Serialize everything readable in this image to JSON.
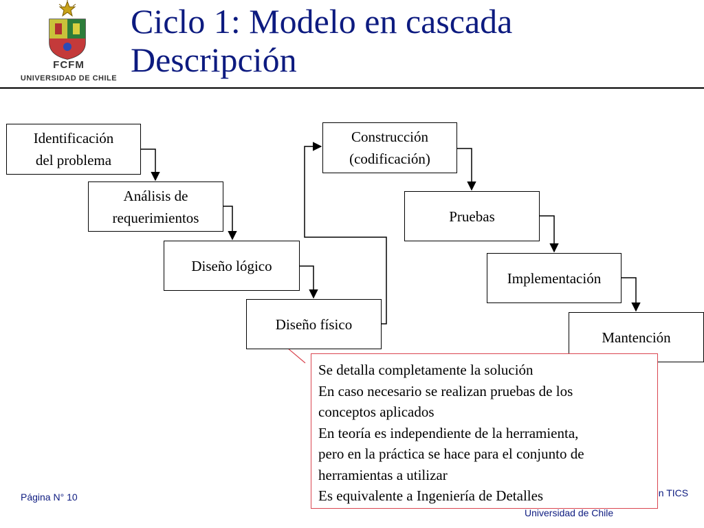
{
  "header": {
    "title_line1": "Ciclo 1: Modelo en cascada",
    "title_line2": "Descripción",
    "logo": {
      "icon": "university-crest-icon",
      "line1": "FCFM",
      "line2": "UNIVERSIDAD DE CHILE"
    },
    "title_color": "#0d1b80"
  },
  "diagram": {
    "steps_left": [
      {
        "line1": "Identificación",
        "line2": "del problema"
      },
      {
        "line1": "Análisis de",
        "line2": "requerimientos"
      },
      {
        "line1": "Diseño lógico",
        "line2": ""
      },
      {
        "line1": "Diseño físico",
        "line2": ""
      }
    ],
    "steps_right": [
      {
        "line1": "Construcción",
        "line2": "(codificación)"
      },
      {
        "line1": "Pruebas",
        "line2": ""
      },
      {
        "line1": "Implementación",
        "line2": ""
      },
      {
        "line1": "Mantención",
        "line2": ""
      }
    ]
  },
  "callout": {
    "lines": [
      "Se detalla completamente la solución",
      "En caso necesario se realizan pruebas de los",
      "conceptos aplicados",
      "En teoría es independiente de la herramienta,",
      "pero en la práctica se hace para el conjunto de",
      "herramientas a utilizar",
      "Es equivalente a Ingeniería de Detalles"
    ],
    "border_color": "#d9444f"
  },
  "footer": {
    "page": "Página N° 10",
    "right_line1": "en TICS",
    "right_line2": "Universidad de Chile"
  }
}
